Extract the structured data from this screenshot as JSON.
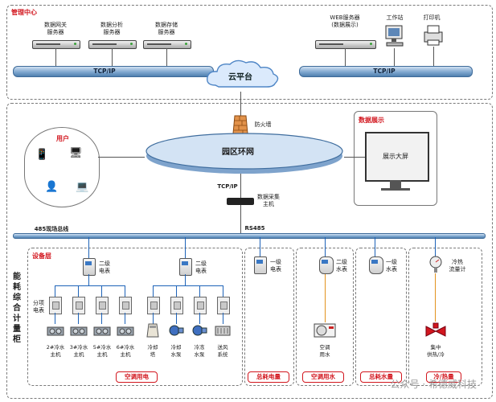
{
  "management": {
    "title": "管理中心",
    "servers": [
      {
        "line1": "数据网关",
        "line2": "服务器"
      },
      {
        "line1": "数据分析",
        "line2": "服务器"
      },
      {
        "line1": "数据存储",
        "line2": "服务器"
      }
    ],
    "web_server": {
      "line1": "WEB服务器",
      "line2": "(数据展示)"
    },
    "workstation": "工作站",
    "printer": "打印机",
    "tcp_left": "TCP/IP",
    "tcp_right": "TCP/IP",
    "cloud": "云平台"
  },
  "network": {
    "firewall": "防火墙",
    "ring": "园区环网",
    "users": "用户",
    "display_title": "数据展示",
    "big_screen": "展示大屏",
    "tcp": "TCP/IP",
    "collector": {
      "line1": "数据采集",
      "line2": "主机"
    },
    "rs485": "RS485",
    "bus_label": "485现场总线"
  },
  "field": {
    "side_label": "能耗综合计量柜",
    "device_layer": "设备层",
    "meter2_a": {
      "line1": "二级",
      "line2": "电表"
    },
    "meter2_b": {
      "line1": "二级",
      "line2": "电表"
    },
    "meter1_power": {
      "line1": "一级",
      "line2": "电表"
    },
    "meter2_water": {
      "line1": "二级",
      "line2": "水表"
    },
    "meter1_water": {
      "line1": "一级",
      "line2": "水表"
    },
    "cold_heat_meter": {
      "line1": "冷热",
      "line2": "流量计"
    },
    "sub_meter": {
      "line1": "分项",
      "line2": "电表"
    },
    "hosts": [
      {
        "line1": "2#冷水",
        "line2": "主机"
      },
      {
        "line1": "3#冷水",
        "line2": "主机"
      },
      {
        "line1": "5#冷水",
        "line2": "主机"
      },
      {
        "line1": "6#冷水",
        "line2": "主机"
      }
    ],
    "equipment": [
      {
        "line1": "冷却",
        "line2": "塔"
      },
      {
        "line1": "冷却",
        "line2": "水泵"
      },
      {
        "line1": "冷冻",
        "line2": "水泵"
      },
      {
        "line1": "送风",
        "line2": "系统"
      }
    ],
    "ac_water": {
      "line1": "空调",
      "line2": "用水"
    },
    "central": {
      "line1": "集中",
      "line2": "供热/冷"
    },
    "bottom_labels": [
      "空调用电",
      "总耗电量",
      "空调用水",
      "总耗水量",
      "冷/热量"
    ]
  },
  "watermark": "公众号 · 希德威科技",
  "colors": {
    "accent_red": "#d2161e",
    "bus_blue": "#4f7fae",
    "line_blue": "#1e63b8"
  }
}
